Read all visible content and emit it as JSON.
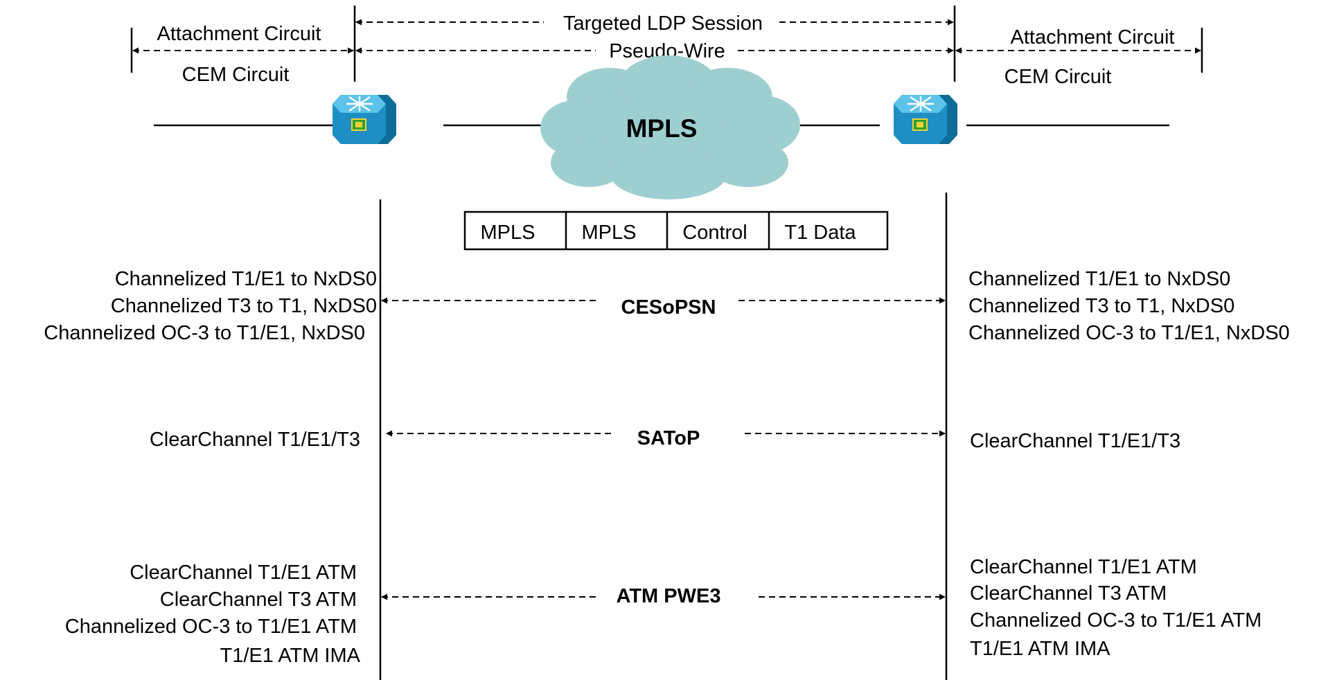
{
  "header": {
    "targeted_ldp_session": "Targeted LDP Session",
    "pseudo_wire": "Pseudo-Wire",
    "left_attachment_circuit": "Attachment Circuit",
    "left_cem_circuit": "CEM Circuit",
    "right_attachment_circuit": "Attachment Circuit",
    "right_cem_circuit": "CEM Circuit"
  },
  "network": {
    "cloud_label": "MPLS",
    "left_router_icon": "router-icon",
    "right_router_icon": "router-icon",
    "colors": {
      "cloud_fill": "#9ecfd0",
      "router_top": "#5cc3ea",
      "router_front": "#1e8fc4",
      "router_side": "#0e6d98",
      "chip": "#2ea12e"
    }
  },
  "packet": {
    "fields": [
      "MPLS",
      "MPLS",
      "Control",
      "T1 Data"
    ]
  },
  "services": [
    {
      "name": "CESoPSN",
      "left": [
        "Channelized T1/E1 to NxDS0",
        "Channelized T3 to T1, NxDS0",
        "Channelized OC-3 to T1/E1, NxDS0"
      ],
      "right": [
        "Channelized T1/E1 to NxDS0",
        "Channelized T3 to T1, NxDS0",
        "Channelized OC-3 to T1/E1, NxDS0"
      ]
    },
    {
      "name": "SAToP",
      "left": [
        "ClearChannel T1/E1/T3"
      ],
      "right": [
        "ClearChannel T1/E1/T3"
      ]
    },
    {
      "name": "ATM PWE3",
      "left": [
        "ClearChannel T1/E1 ATM",
        "ClearChannel T3 ATM",
        "Channelized OC-3 to T1/E1 ATM",
        "T1/E1 ATM IMA"
      ],
      "right": [
        "ClearChannel T1/E1 ATM",
        "ClearChannel T3 ATM",
        "Channelized OC-3 to T1/E1 ATM",
        "T1/E1 ATM IMA"
      ]
    }
  ]
}
